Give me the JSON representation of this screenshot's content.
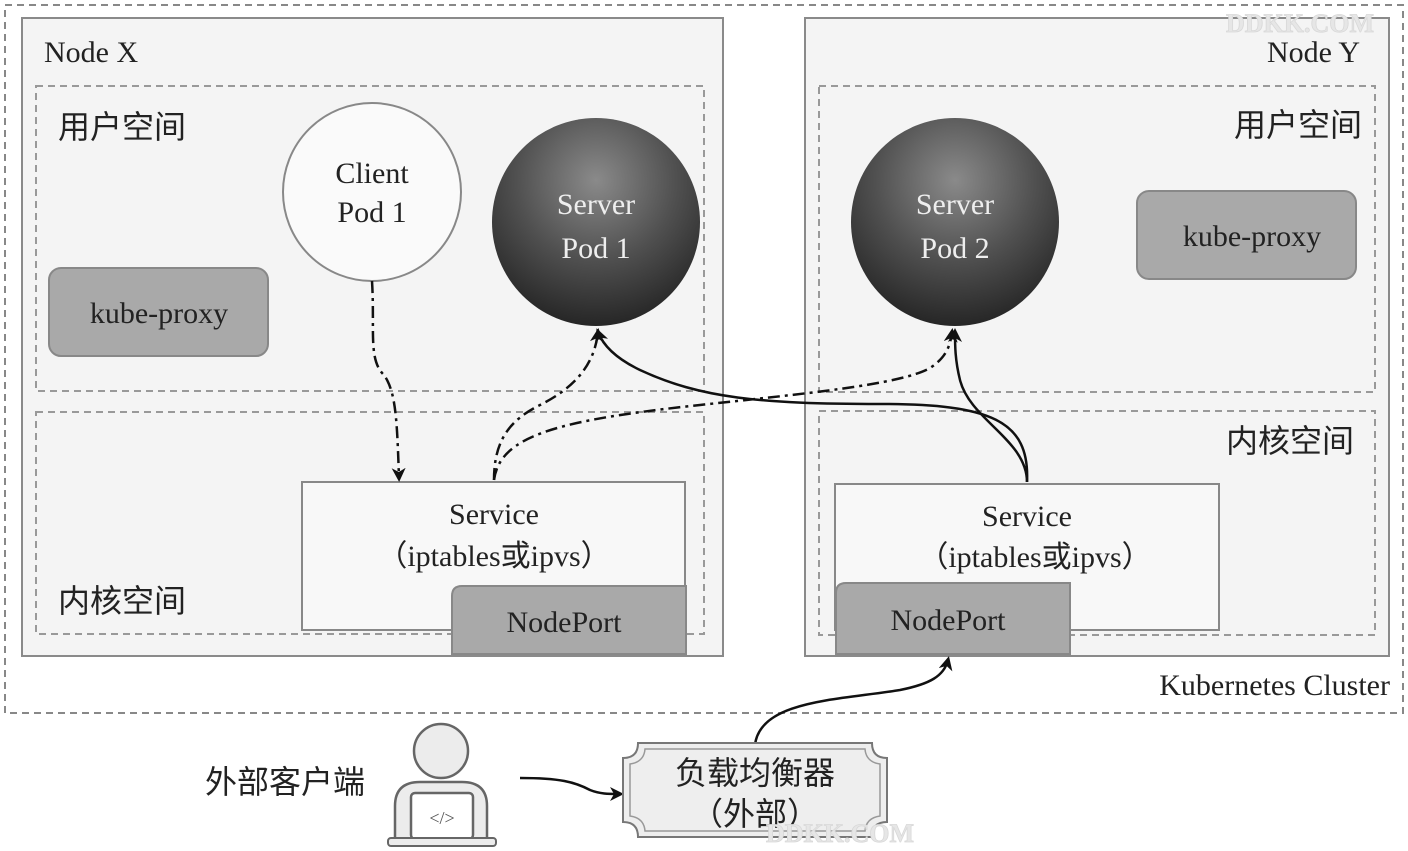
{
  "cluster": {
    "label": "Kubernetes Cluster"
  },
  "node_x": {
    "title": "Node X",
    "user_space": "用户空间",
    "kernel_space": "内核空间",
    "client_pod": {
      "line1": "Client",
      "line2": "Pod 1"
    },
    "server_pod": {
      "line1": "Server",
      "line2": "Pod 1"
    },
    "kube_proxy": "kube-proxy",
    "service": {
      "line1": "Service",
      "line2": "（iptables或ipvs）"
    },
    "nodeport": "NodePort"
  },
  "node_y": {
    "title": "Node Y",
    "user_space": "用户空间",
    "kernel_space": "内核空间",
    "server_pod": {
      "line1": "Server",
      "line2": "Pod 2"
    },
    "kube_proxy": "kube-proxy",
    "service": {
      "line1": "Service",
      "line2": "（iptables或ipvs）"
    },
    "nodeport": "NodePort"
  },
  "external_client": {
    "label": "外部客户端",
    "icon": "developer-laptop-icon"
  },
  "load_balancer": {
    "line1": "负载均衡器",
    "line2": "（外部）"
  },
  "watermark": "DDKK.COM",
  "colors": {
    "box_fill": "#f3f3f3",
    "box_stroke": "#777777",
    "gray_fill": "#a8a8a8",
    "dark_pod": "#3a3a3a",
    "arrow": "#111111"
  }
}
